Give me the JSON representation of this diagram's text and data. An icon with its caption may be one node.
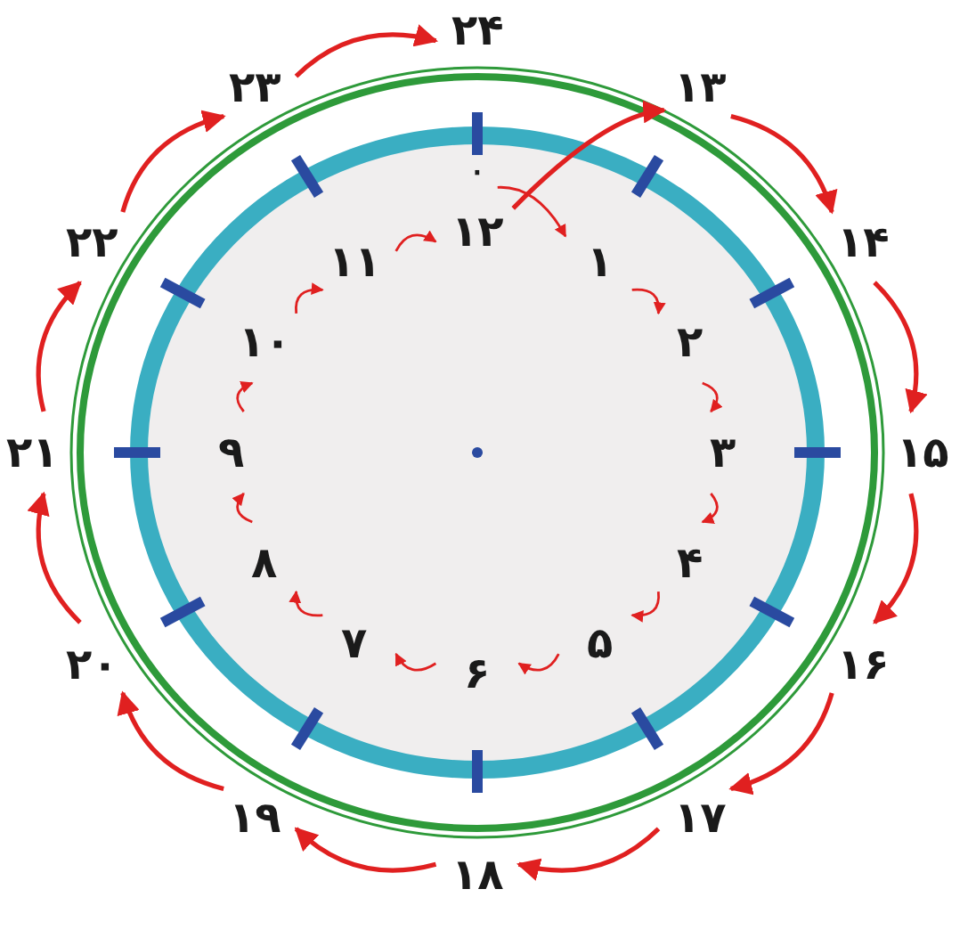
{
  "diagram": {
    "nodes": [
      {
        "text": [
          "۰"
        ]
      },
      {
        "text": [
          "۱"
        ]
      },
      {
        "text": [
          "۲"
        ]
      },
      {
        "text": [
          "۳"
        ]
      },
      {
        "text": [
          "۴"
        ]
      },
      {
        "text": [
          "۵"
        ]
      },
      {
        "text": [
          "۶"
        ]
      },
      {
        "text": [
          "۷"
        ]
      },
      {
        "text": [
          "۸"
        ]
      },
      {
        "text": [
          "۹"
        ]
      },
      {
        "text": [
          "۱۰"
        ]
      },
      {
        "text": [
          "۱۱"
        ]
      },
      {
        "text": [
          "۱۲"
        ]
      },
      {
        "text": [
          "۱۳"
        ]
      },
      {
        "text": [
          "۱۴"
        ]
      },
      {
        "text": [
          "۱۵"
        ]
      },
      {
        "text": [
          "۱۶"
        ]
      },
      {
        "text": [
          "۱۷"
        ]
      },
      {
        "text": [
          "۱۸"
        ]
      },
      {
        "text": [
          "۱۹"
        ]
      },
      {
        "text": [
          "۲۰"
        ]
      },
      {
        "text": [
          "۲۱"
        ]
      },
      {
        "text": [
          "۲۲"
        ]
      },
      {
        "text": [
          "۲۳"
        ]
      },
      {
        "text": [
          "۲۴"
        ]
      }
    ],
    "edges": [
      {
        "from": 0,
        "to": 1,
        "arrow": "to"
      },
      {
        "from": 1,
        "to": 2,
        "arrow": "to"
      },
      {
        "from": 2,
        "to": 3,
        "arrow": "to"
      },
      {
        "from": 3,
        "to": 4,
        "arrow": "to"
      },
      {
        "from": 4,
        "to": 5,
        "arrow": "to"
      },
      {
        "from": 5,
        "to": 6,
        "arrow": "to"
      },
      {
        "from": 6,
        "to": 7,
        "arrow": "to"
      },
      {
        "from": 7,
        "to": 8,
        "arrow": "to"
      },
      {
        "from": 8,
        "to": 9,
        "arrow": "to"
      },
      {
        "from": 9,
        "to": 10,
        "arrow": "to"
      },
      {
        "from": 10,
        "to": 11,
        "arrow": "to"
      },
      {
        "from": 11,
        "to": 12,
        "arrow": "to"
      },
      {
        "from": 12,
        "to": 13,
        "arrow": "to"
      },
      {
        "from": 13,
        "to": 14,
        "arrow": "to"
      },
      {
        "from": 14,
        "to": 15,
        "arrow": "to"
      },
      {
        "from": 15,
        "to": 16,
        "arrow": "to"
      },
      {
        "from": 16,
        "to": 17,
        "arrow": "to"
      },
      {
        "from": 17,
        "to": 18,
        "arrow": "to"
      },
      {
        "from": 18,
        "to": 19,
        "arrow": "to"
      },
      {
        "from": 19,
        "to": 20,
        "arrow": "to"
      },
      {
        "from": 20,
        "to": 21,
        "arrow": "to"
      },
      {
        "from": 21,
        "to": 22,
        "arrow": "to"
      },
      {
        "from": 22,
        "to": 23,
        "arrow": "to"
      },
      {
        "from": 23,
        "to": 24,
        "arrow": "to"
      }
    ]
  }
}
